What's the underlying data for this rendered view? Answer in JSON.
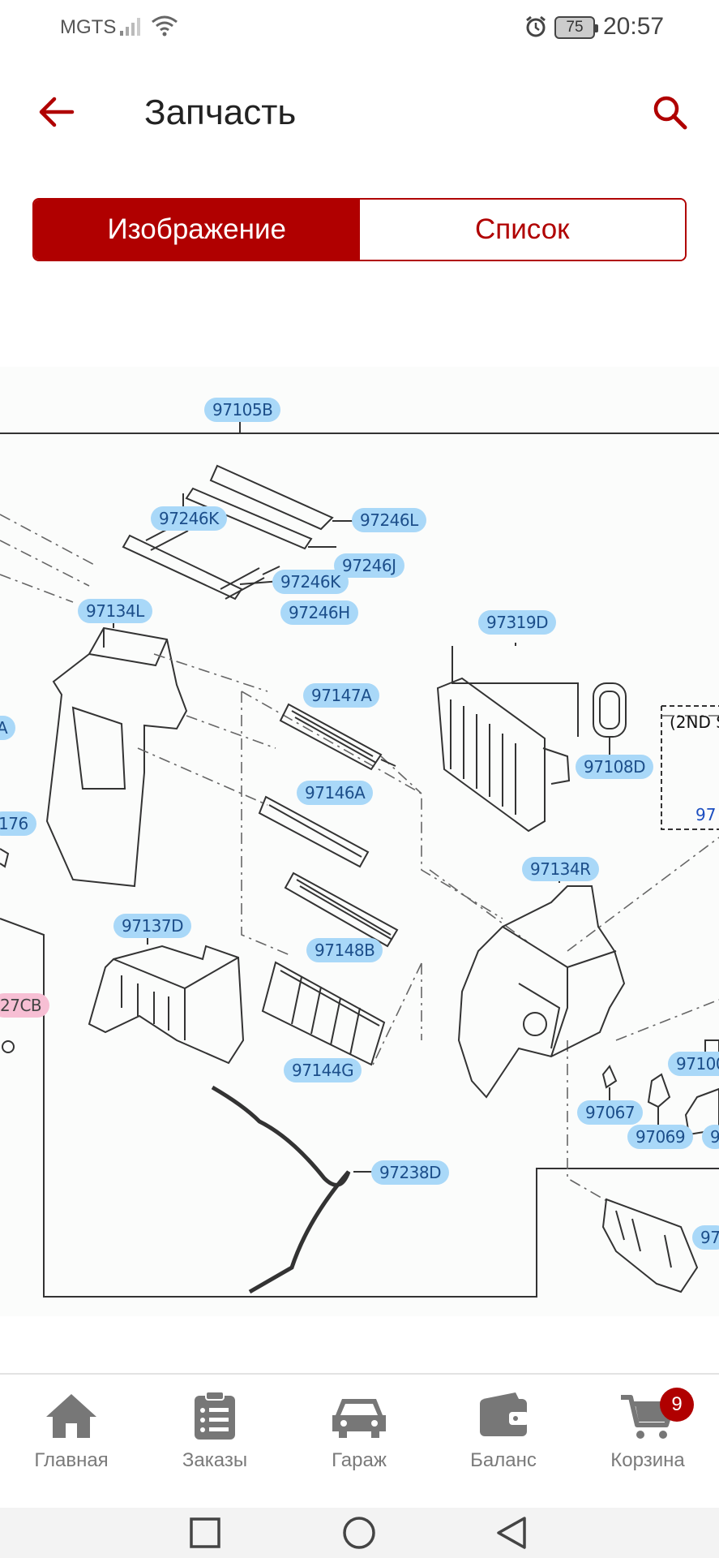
{
  "status_bar": {
    "carrier": "MGTS",
    "battery": "75",
    "time": "20:57"
  },
  "header": {
    "title": "Запчасть",
    "back_icon": "arrow-left-icon",
    "search_icon": "search-icon"
  },
  "tabs": {
    "image": "Изображение",
    "list": "Список",
    "active": "image"
  },
  "diagram": {
    "callouts": {
      "c97105B": "97105B",
      "c97246K_1": "97246K",
      "c97246L": "97246L",
      "c97246J": "97246J",
      "c97246K_2": "97246K",
      "c97246H": "97246H",
      "c97134L": "97134L",
      "c97319D": "97319D",
      "c97147A": "97147A",
      "c97108D": "97108D",
      "cA": "A",
      "c176": "176",
      "c97146A": "97146A",
      "c97134R": "97134R",
      "c97137D": "97137D",
      "c97148B": "97148B",
      "c27CB": "27CB",
      "c97100": "97100",
      "c97144G": "97144G",
      "c97067": "97067",
      "c97069": "97069",
      "c9_right": "9",
      "c97238D": "97238D",
      "c97_right": "97"
    },
    "note_2nd": "(2ND S",
    "note_97": "97"
  },
  "bottom_nav": [
    {
      "label": "Главная",
      "icon": "home-icon"
    },
    {
      "label": "Заказы",
      "icon": "orders-icon"
    },
    {
      "label": "Гараж",
      "icon": "car-icon"
    },
    {
      "label": "Баланс",
      "icon": "wallet-icon"
    },
    {
      "label": "Корзина",
      "icon": "cart-icon",
      "badge": "9"
    }
  ],
  "colors": {
    "accent": "#b00000",
    "callout_bg": "#a9d8f8",
    "callout_text": "#1c4e8a"
  }
}
